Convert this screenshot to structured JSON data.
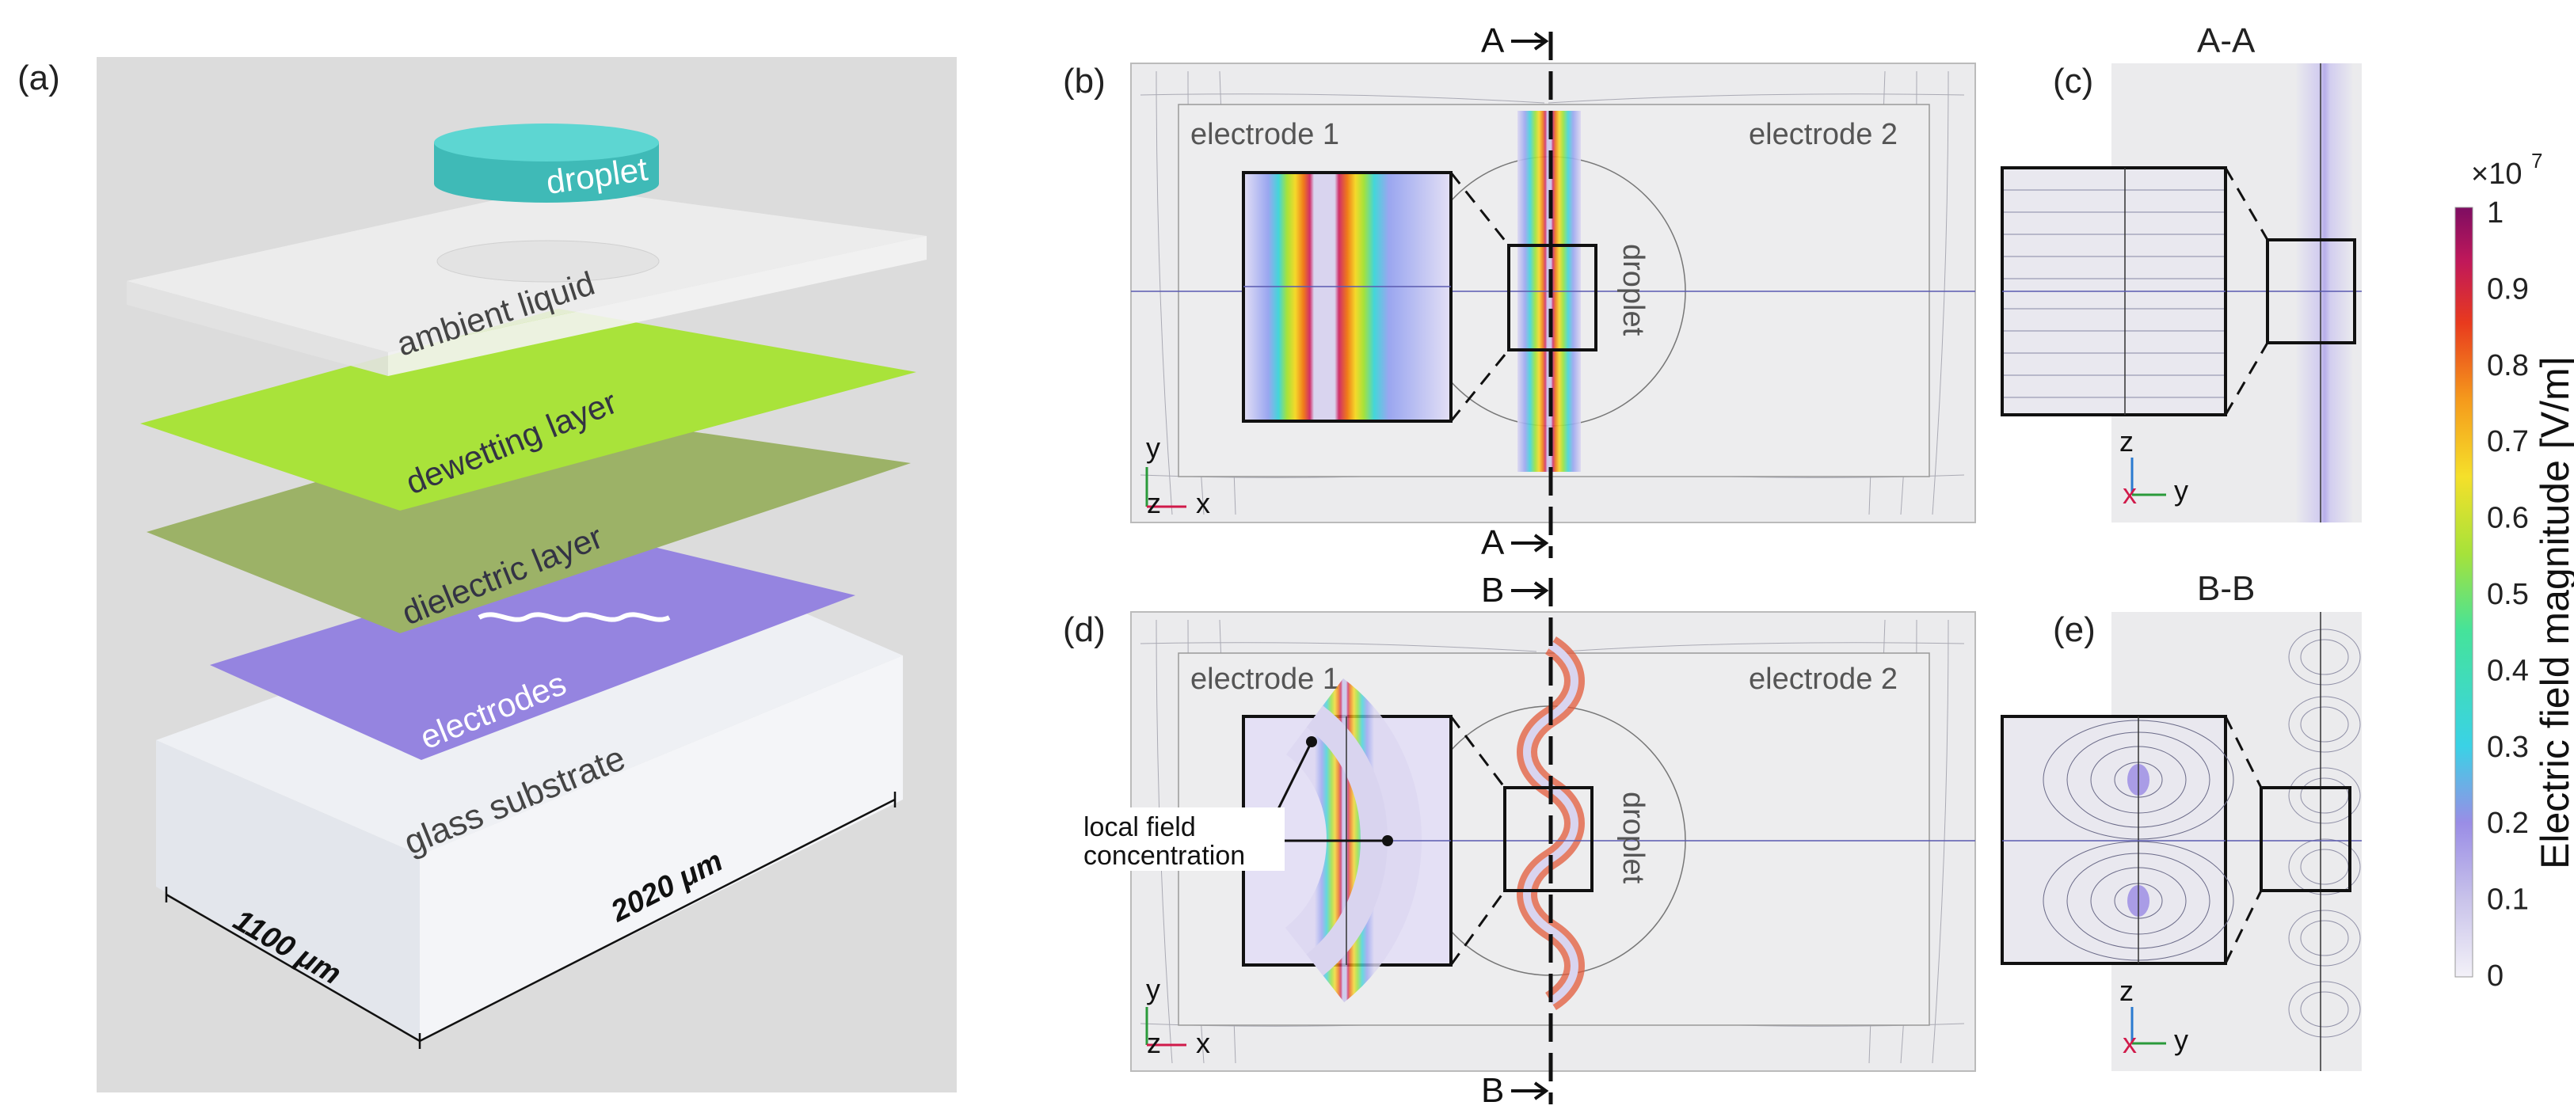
{
  "panel_labels": {
    "a": "(a)",
    "b": "(b)",
    "c": "(c)",
    "d": "(d)",
    "e": "(e)"
  },
  "layers": {
    "droplet": "droplet",
    "ambient": "ambient liquid",
    "dewetting": "dewetting layer",
    "dielectric": "dielectric layer",
    "electrodes": "electrodes",
    "substrate": "glass substrate"
  },
  "dimensions": {
    "depth": "1100 μm",
    "length": "2020 μm"
  },
  "sim": {
    "electrode1": "electrode 1",
    "electrode2": "electrode 2",
    "droplet": "droplet",
    "local_field_line1": "local field",
    "local_field_line2": "concentration"
  },
  "sections": {
    "A": "A",
    "B": "B",
    "AA": "A-A",
    "BB": "B-B"
  },
  "axes": {
    "x": "x",
    "y": "y",
    "z": "z"
  },
  "colorbar": {
    "label": "Electric field magnitude [V/m]",
    "exponent_base": "×10",
    "exponent_power": "7",
    "ticks": [
      "0",
      "0.1",
      "0.2",
      "0.3",
      "0.4",
      "0.5",
      "0.6",
      "0.7",
      "0.8",
      "0.9",
      "1"
    ],
    "colors": [
      "#f3f1f8",
      "#c9c3ea",
      "#9a8de6",
      "#3ad2e6",
      "#45e39a",
      "#a6e23a",
      "#f5e02a",
      "#f59a1c",
      "#e83a1e",
      "#c0185a",
      "#7e0d62"
    ]
  }
}
